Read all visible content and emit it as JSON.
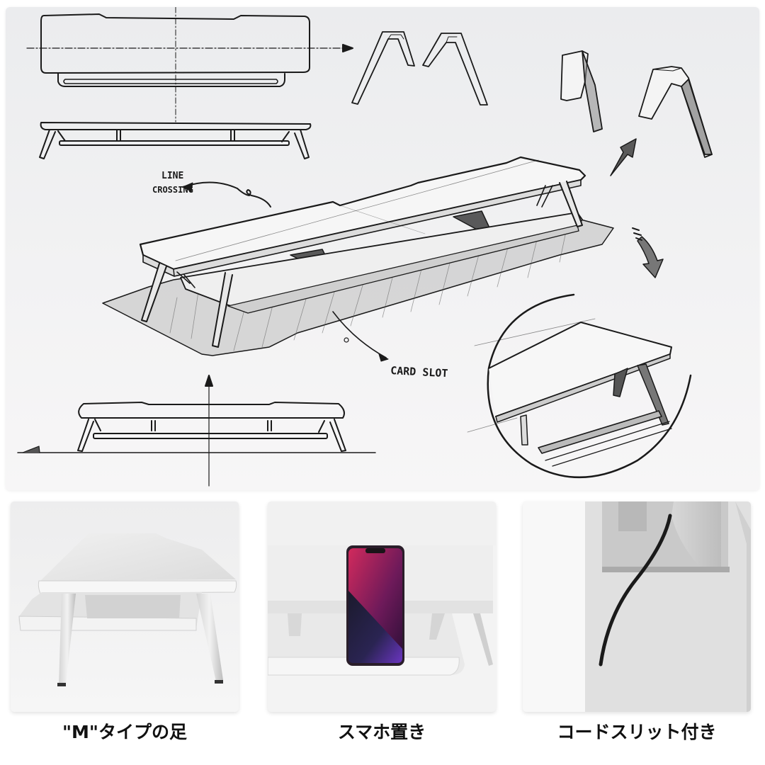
{
  "sketch": {
    "annotations": {
      "line_crossing_1": "LINE",
      "line_crossing_2": "CROSSING",
      "card_slot": "CARD SLOT"
    },
    "views": [
      "top-view-plan",
      "front-elevation",
      "leg-detail-front",
      "leg-detail-perspective",
      "isometric-main",
      "side-elevation",
      "zoom-detail-circle"
    ]
  },
  "features": [
    {
      "id": "m-legs",
      "caption": "\"M\"タイプの足",
      "image": "white-stand-side-legs"
    },
    {
      "id": "phone-stand",
      "caption": "スマホ置き",
      "image": "phone-in-card-slot"
    },
    {
      "id": "cord-slit",
      "caption": "コードスリット付き",
      "image": "cable-through-slit"
    }
  ],
  "colors": {
    "sketch_bg": "#eeeff0",
    "ink": "#1a1a1a",
    "phone_pink": "#c2285a",
    "phone_purple": "#6a35b8",
    "phone_dark": "#1c1a2e",
    "caption": "#111111"
  }
}
